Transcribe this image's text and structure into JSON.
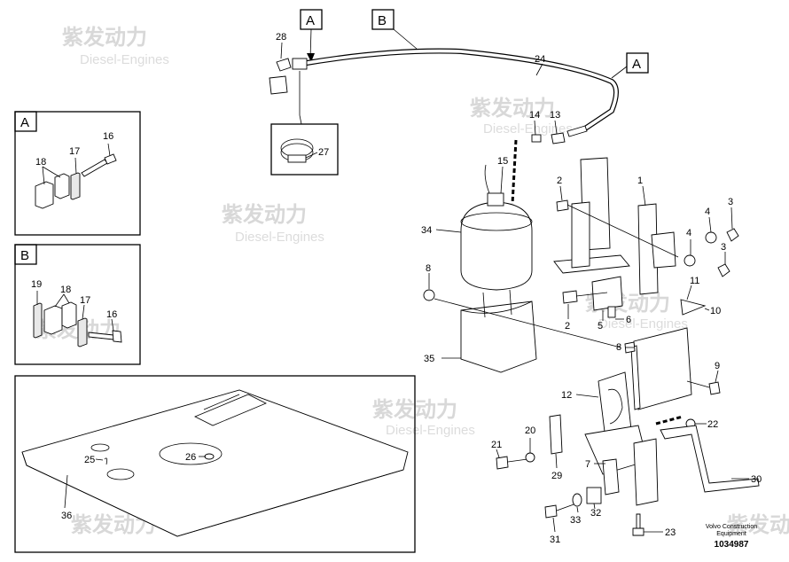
{
  "watermark": {
    "brand_cn": "紫发动力",
    "brand_en": "Diesel-Engines"
  },
  "inset_labels": {
    "a": "A",
    "b": "B"
  },
  "part_labels": {
    "p1": "1",
    "p2": "2",
    "p3": "3",
    "p4": "4",
    "p5": "5",
    "p6": "6",
    "p7": "7",
    "p8": "8",
    "p9": "9",
    "p10": "10",
    "p11": "11",
    "p12": "12",
    "p13": "13",
    "p14": "14",
    "p15": "15",
    "p16": "16",
    "p17": "17",
    "p18": "18",
    "p19": "19",
    "p20": "20",
    "p21": "21",
    "p22": "22",
    "p23": "23",
    "p24": "24",
    "p25": "25",
    "p26": "26",
    "p27": "27",
    "p28": "28",
    "p29": "29",
    "p30": "30",
    "p31": "31",
    "p32": "32",
    "p33": "33",
    "p34": "34",
    "p35": "35",
    "p36": "36"
  },
  "footer": {
    "company_line1": "Volvo Construction",
    "company_line2": "Equipment",
    "drawing_number": "1034987"
  }
}
